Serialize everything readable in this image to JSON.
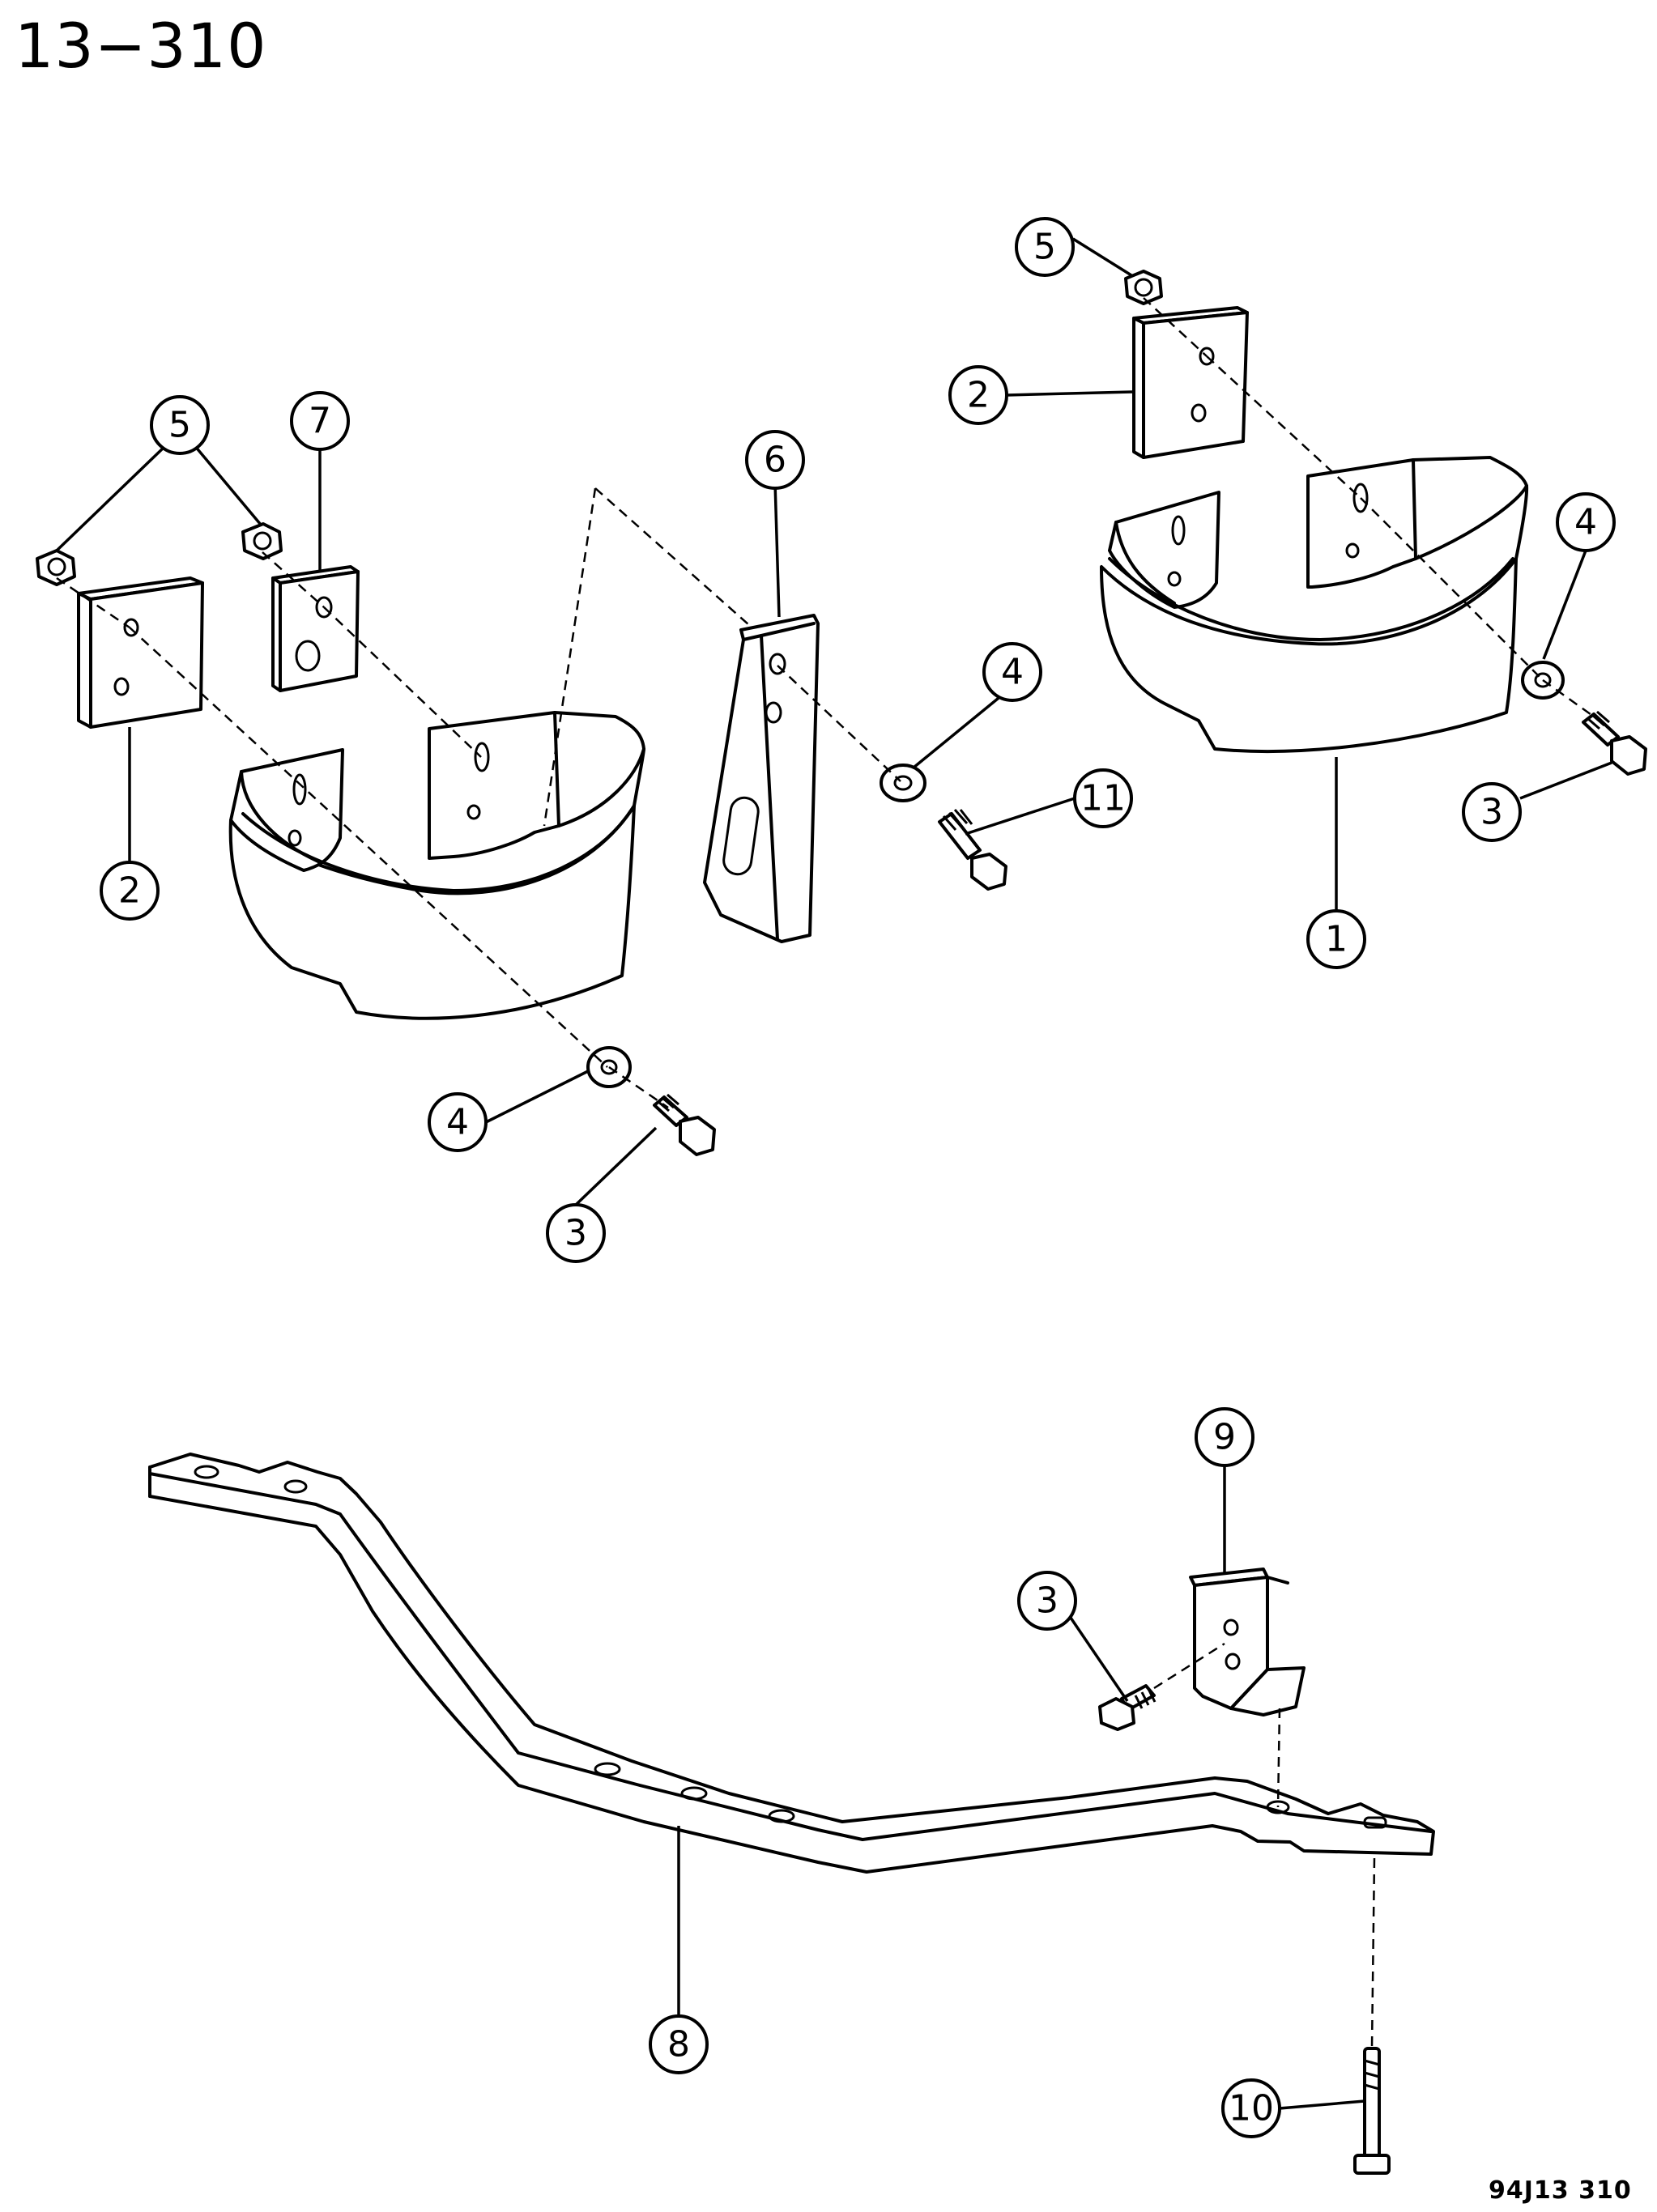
{
  "page_code": "13−310",
  "figure_code": "94J13 310",
  "callouts": {
    "c1": "1",
    "c2a": "2",
    "c2b": "2",
    "c3a": "3",
    "c3b": "3",
    "c3c": "3",
    "c4a": "4",
    "c4b": "4",
    "c4c": "4",
    "c5a": "5",
    "c5b": "5",
    "c6": "6",
    "c7": "7",
    "c8": "8",
    "c9": "9",
    "c10": "10",
    "c11": "11"
  }
}
